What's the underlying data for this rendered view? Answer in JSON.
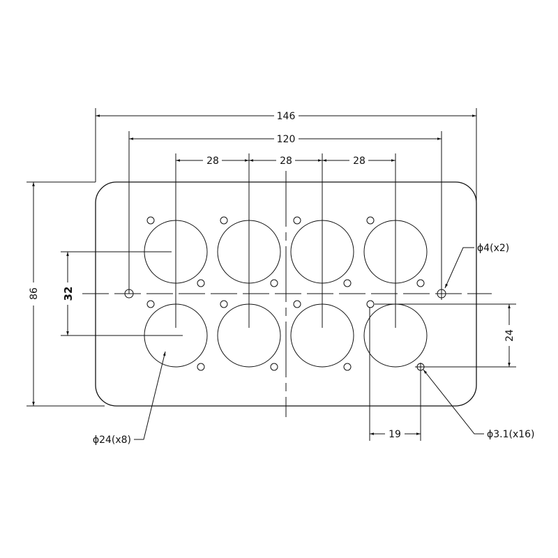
{
  "drawing": {
    "dimensions": {
      "overall_width": "146",
      "mount_spacing": "120",
      "pitch_1": "28",
      "pitch_2": "28",
      "pitch_3": "28",
      "overall_height": "86",
      "row_spacing": "32",
      "screw_vertical": "24",
      "screw_horizontal": "19"
    },
    "callouts": {
      "mount_hole": "ϕ4(x2)",
      "connector_hole": "ϕ24(x8)",
      "screw_hole": "ϕ3.1(x16)"
    },
    "connector_count": 8,
    "screw_hole_count": 16,
    "mount_hole_count": 2
  }
}
